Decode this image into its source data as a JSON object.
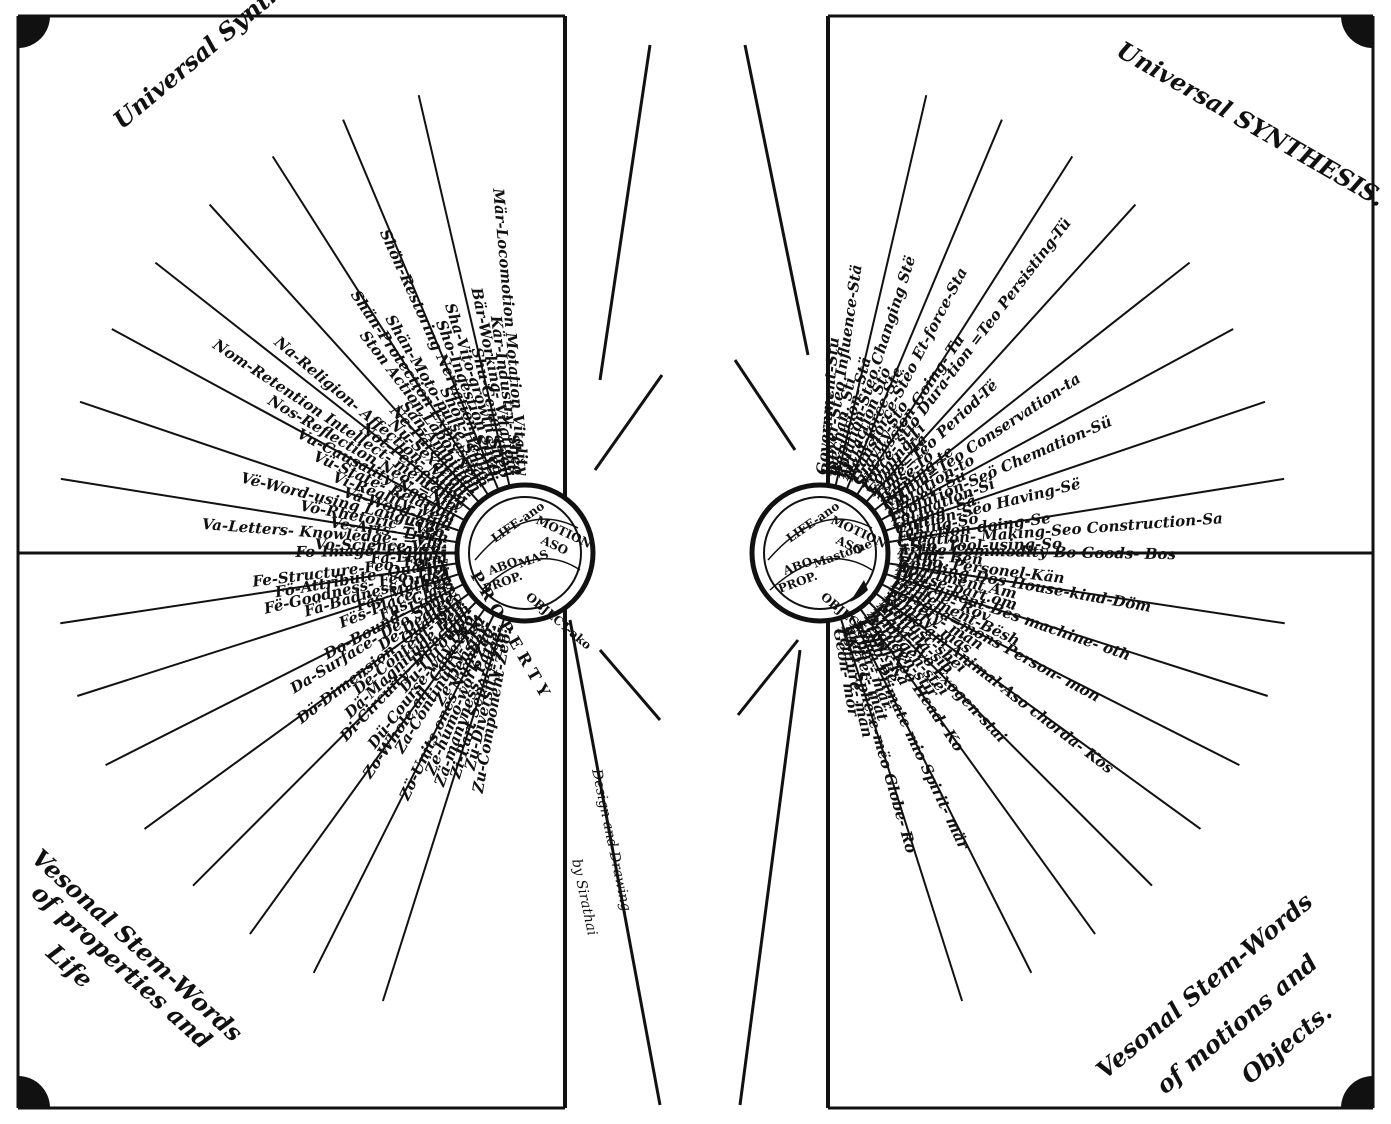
{
  "left_chart": {
    "header_top": "Universal Synthesis",
    "header_bottom": [
      "Vesonal Stem-Words",
      "of properties and",
      "Life"
    ],
    "hub": [
      "LIFE-ano",
      "MOTION",
      "ASO",
      "MAS",
      "ABO",
      "PROP.",
      "OBJECT-ako"
    ],
    "hub_arc_label": "PROPERTY",
    "credit": [
      "Design and Drawing",
      "by Sirathai"
    ],
    "upper_rays": [
      "Mär-Locomotion Motation Vitality",
      "Kär-Industry- Shěo",
      "Bär-Working- Vitation-",
      "Shu-Generation",
      "Sha-Vito-growth Sheo",
      "Sho-Ingestion Sheo.",
      "Shön-Restoring Nervation SHIO.",
      "Shön-Health",
      "Shän-Moto-pulse Sheo.",
      "Shän-Protection Expression",
      "Ston Action,Labor Neo.",
      "Sän-Ambition",
      "Ne-Parention-",
      "Nu-Sexation-",
      "Na-Religion- Affection- Mind-",
      "Not-Perception",
      "Nom-Retention Intellect- mentality",
      "Nos-Reflection Neo- =Nio.",
      "Vu-Causality-Neo.No.",
      "Vü-State- Relation",
      "Vi-Reality- Veo.",
      "Vä-Word-kind",
      "Vë-Word-using Language-",
      "Vö-Rhetoric =Vëo.",
      "Ve-Arts- Truth",
      "Va-Letters- Knowledge- =Vio.",
      "Vo-Science-Veo-"
    ],
    "lower_rays": [
      "Fo-Image- Figure-",
      "Fa-Light-",
      "Fe-Structure-Feo. Form",
      "Fö-Attribute- Quality",
      "Fë-Goodness- Feo. Fio.",
      "Fä-Badness Order",
      "Fäs-Method",
      "Fës-Place- Feo",
      "Fus-Class",
      "Do-Bound- Limit-",
      "Da-Surface- Deo Space",
      "De-Degree-",
      "Dö-Dimension- Quantity",
      "Dë-Content- Dio.",
      "Dä-Magnitude Deo.",
      "Di-Circuity- Direction",
      "Du-Through-",
      "Dü-Course-way Deo.",
      "Zo-Whole,all- Conexity-",
      "Za-Continuity- Zeo",
      "Ze-Density-",
      "Zö-Units,ones Number-",
      "Zë-humo-work Zeo.",
      "Zä-manyness. Parts-",
      "Zi-Part Separance-",
      "Zü-Diversity- Zio.",
      "Zu-Component-Zeo."
    ]
  },
  "right_chart": {
    "header_top": "Universal SYNTHESIS.",
    "header_bottom": [
      "Vesonal Stem-Words",
      "of motions and",
      "Objects."
    ],
    "hub": [
      "LIFE-ano",
      "MOTION",
      "ASO",
      "Mastome",
      "ABO",
      "PROP.",
      "OBJECT-ako"
    ],
    "upper_rays": [
      "Government-Stü",
      "Power-Stëo Influence-Stä",
      "mechan. Sti",
      "Repulsion- Stä",
      "Polation-Stëo Changing Stë",
      "Attraction Stö",
      "Heat-force-Ste",
      "Transforce-Stëo Et-force-Sta",
      "Gravity-Sto",
      "Succession Going- Tu",
      "Force- stio Dura-tion =Teo Persisting-Tü",
      "Coming-Ti",
      "Event- Tä",
      "Time=Tëo Period-Të",
      "Tense-Tö",
      "Turning-te",
      "Rythm=Teo Conservation-ta",
      "Vibration-to",
      "career- Su",
      "Evolution-Seö Chemation-Sü",
      "Formation-Si",
      "Giving- Sä",
      "Unition-Sëo Having-Së",
      "Taking-Sö",
      "Function-doing-Se",
      "Creation- Making-Seo Construction-Sa",
      "=Sio. Tool-using-So"
    ],
    "lower_rays": [
      "Artite Commodity-Bo Goods- Bos",
      "Food- Bën",
      "=Abo. Personel-Kän",
      "Building-Dos House-kind-Döm",
      "Apartment Am",
      "House-part.om",
      "Instrument-Bës machine- oth",
      "Vehicle- Rov",
      "Implement-Bësh",
      "Persona=mons Person- mon",
      "Society- män",
      "Family- mäs",
      "Bioso-am Animal-Aso chorda- Kos",
      "Mollusc-shei",
      "Articula-sib",
      "Plant-Avo Exogen-stai",
      "Endogen-stei",
      "Acrogen-stir",
      "Body-Keo Head- Ko",
      "Trunk-Ka",
      "Limb-Bë",
      "soma Primate mio Spirit- mär",
      "Ether- mär",
      "matter- mät",
      "AKO. Sphere-mëo Globe- Ro",
      "Feature- män",
      "Geon- mör"
    ]
  }
}
